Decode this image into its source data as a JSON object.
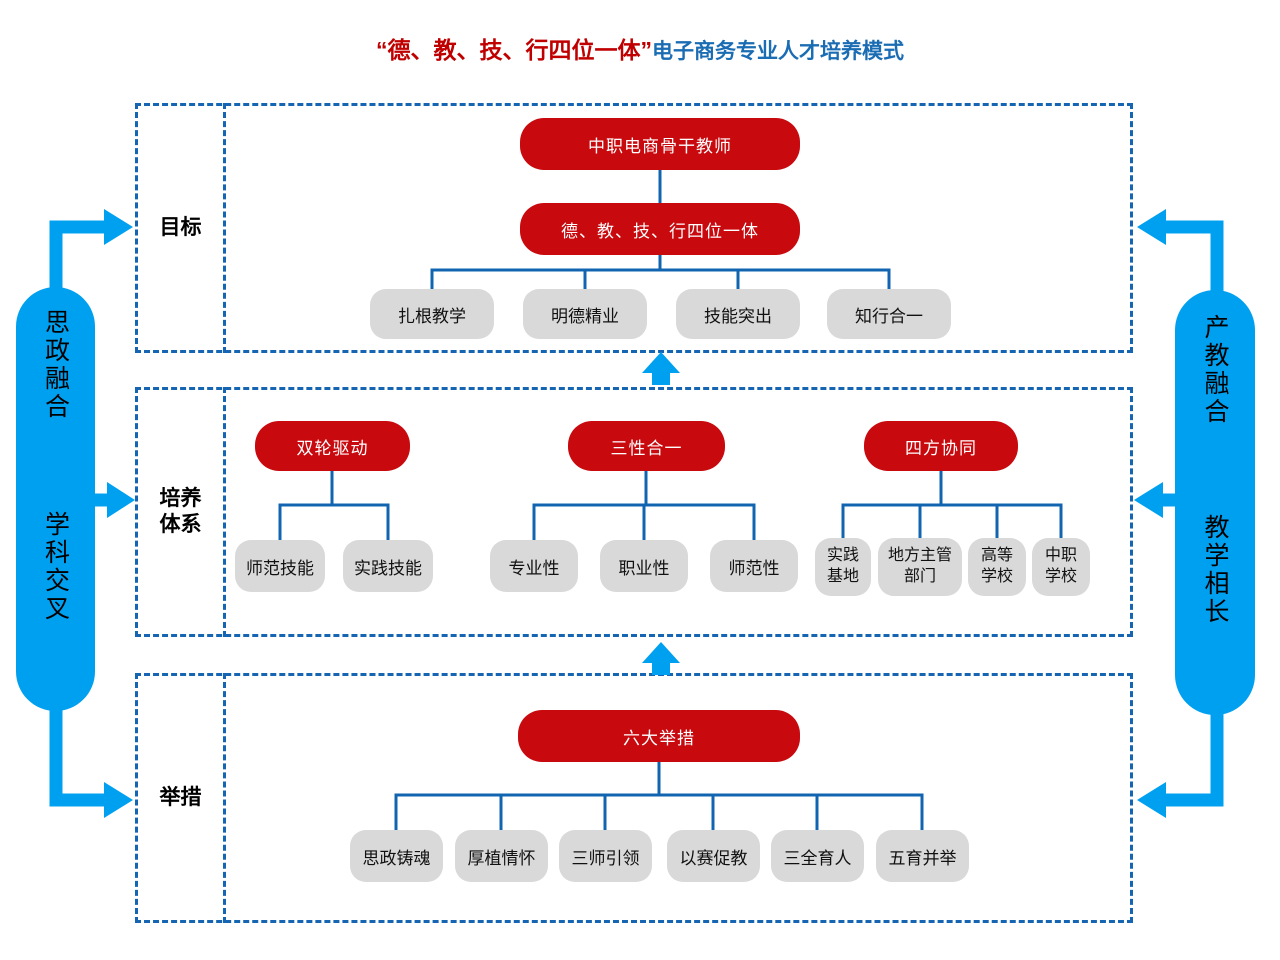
{
  "title": {
    "quoted": "“德、教、技、行四位一体”",
    "rest": "电子商务专业人才培养模式"
  },
  "rails": {
    "left": {
      "top": "思政融合",
      "bottom": "学科交叉"
    },
    "right": {
      "top": "产教融合",
      "bottom": "教学相长"
    }
  },
  "sections": {
    "goal": {
      "label": "目标"
    },
    "system": {
      "label": "培养体系"
    },
    "measures": {
      "label": "举措"
    }
  },
  "goal": {
    "root": "中职电商骨干教师",
    "sub": "德、教、技、行四位一体",
    "leaves": [
      "扎根教学",
      "明德精业",
      "技能突出",
      "知行合一"
    ]
  },
  "system": {
    "heads": [
      "双轮驱动",
      "三性合一",
      "四方协同"
    ],
    "group1": [
      "师范技能",
      "实践技能"
    ],
    "group2": [
      "专业性",
      "职业性",
      "师范性"
    ],
    "group3": [
      "实践基地",
      "地方主管部门",
      "高等学校",
      "中职学校"
    ]
  },
  "measures": {
    "head": "六大举措",
    "leaves": [
      "思政铸魂",
      "厚植情怀",
      "三师引领",
      "以赛促教",
      "三全育人",
      "五育并举"
    ]
  },
  "colors": {
    "box_red": "#c8090e",
    "accent_azure": "#00a0f0",
    "line_blue": "#1165b0",
    "box_gray": "#d9d9d9",
    "title_red": "#c00000",
    "title_blue": "#1a6cb3"
  }
}
